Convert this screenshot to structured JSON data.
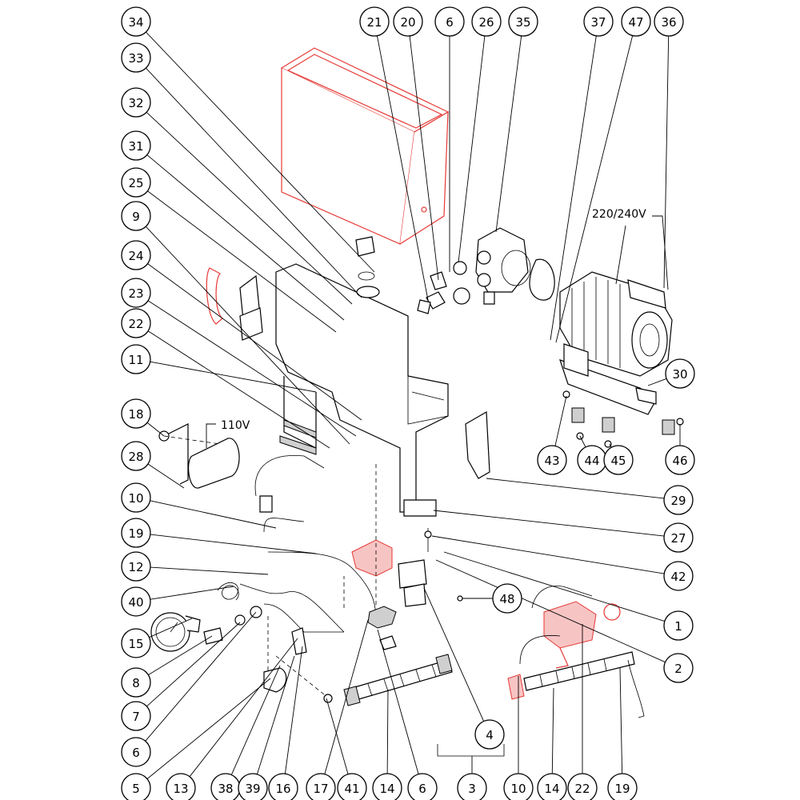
{
  "callouts": [
    {
      "label": "34"
    },
    {
      "label": "33"
    },
    {
      "label": "32"
    },
    {
      "label": "31"
    },
    {
      "label": "25"
    },
    {
      "label": "9"
    },
    {
      "label": "24"
    },
    {
      "label": "23"
    },
    {
      "label": "22"
    },
    {
      "label": "11"
    },
    {
      "label": "18"
    },
    {
      "label": "28"
    },
    {
      "label": "10"
    },
    {
      "label": "19"
    },
    {
      "label": "12"
    },
    {
      "label": "40"
    },
    {
      "label": "15"
    },
    {
      "label": "8"
    },
    {
      "label": "7"
    },
    {
      "label": "6"
    },
    {
      "label": "5"
    },
    {
      "label": "13"
    },
    {
      "label": "38"
    },
    {
      "label": "39"
    },
    {
      "label": "16"
    },
    {
      "label": "17"
    },
    {
      "label": "41"
    },
    {
      "label": "14"
    },
    {
      "label": "6"
    },
    {
      "label": "3"
    },
    {
      "label": "10"
    },
    {
      "label": "14"
    },
    {
      "label": "22"
    },
    {
      "label": "19"
    },
    {
      "label": "4"
    },
    {
      "label": "2"
    },
    {
      "label": "1"
    },
    {
      "label": "48"
    },
    {
      "label": "42"
    },
    {
      "label": "27"
    },
    {
      "label": "29"
    },
    {
      "label": "43"
    },
    {
      "label": "44"
    },
    {
      "label": "45"
    },
    {
      "label": "46"
    },
    {
      "label": "30"
    },
    {
      "label": "21"
    },
    {
      "label": "20"
    },
    {
      "label": "6"
    },
    {
      "label": "26"
    },
    {
      "label": "35"
    },
    {
      "label": "37"
    },
    {
      "label": "47"
    },
    {
      "label": "36"
    }
  ],
  "voltage_labels": {
    "motor": "220/240V",
    "heater": "110V"
  },
  "colors": {
    "line": "#000000",
    "highlight": "#e53935"
  }
}
